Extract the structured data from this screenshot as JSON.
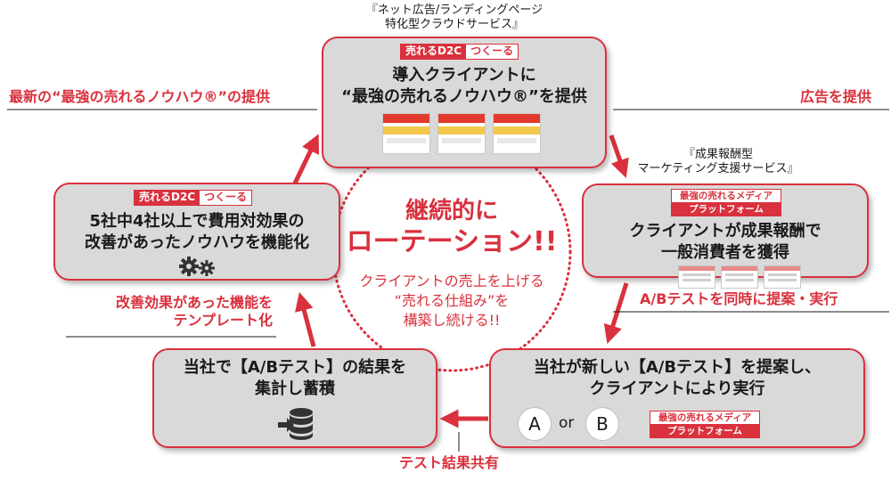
{
  "service_top_caption": [
    "『ネット広告/ランディングページ",
    "特化型クラウドサービス』"
  ],
  "service_right_caption": [
    "『成果報酬型",
    "マーケティング支援サービス』"
  ],
  "tag_d2c": {
    "left": "売れるD2C",
    "right": "つくーる"
  },
  "tag_media": {
    "top": "最強の売れるメディア",
    "bottom": "プラットフォーム"
  },
  "box_top": {
    "lines": [
      "導入クライアントに",
      "“最強の売れるノウハウ®”を提供"
    ]
  },
  "box_right": {
    "lines": [
      "クライアントが成果報酬で",
      "一般消費者を獲得"
    ]
  },
  "box_bottom_right": {
    "lines": [
      "当社が新しい【A/Bテスト】を提案し、",
      "クライアントにより実行"
    ],
    "a": "A",
    "or": "or",
    "b": "B"
  },
  "box_bottom_left": {
    "lines": [
      "当社で【A/Bテスト】の結果を",
      "集計し蓄積"
    ]
  },
  "box_left": {
    "lines": [
      "5社中4社以上で費用対効果の",
      "改善があったノウハウを機能化"
    ]
  },
  "labels": {
    "top_left": "最新の“最強の売れるノウハウ®”の提供",
    "top_right": "広告を提供",
    "right": "A/Bテストを同時に提案・実行",
    "bottom": "テスト結果共有",
    "left": [
      "改善効果があった機能を",
      "テンプレート化"
    ]
  },
  "center": {
    "title1": "継続的に",
    "title2": "ローテーション!!",
    "sub": [
      "クライアントの売上を上げる",
      "“売れる仕組み”を",
      "構築し続ける!!"
    ]
  },
  "icons": {
    "gears": "gears-icon",
    "database": "database-import-icon"
  },
  "colors": {
    "accent": "#d9313d",
    "box_fill": "#d9d9d9"
  }
}
